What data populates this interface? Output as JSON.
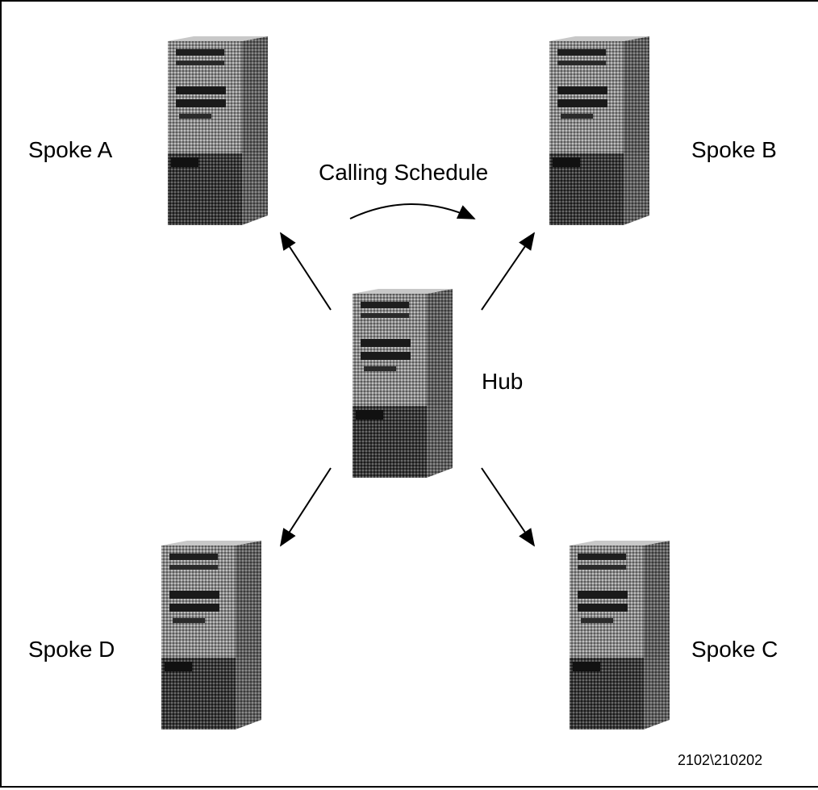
{
  "diagram": {
    "nodes": [
      {
        "id": "spoke-a",
        "label": "Spoke A",
        "icon": "server-tower-icon"
      },
      {
        "id": "spoke-b",
        "label": "Spoke B",
        "icon": "server-tower-icon"
      },
      {
        "id": "hub",
        "label": "Hub",
        "icon": "server-tower-icon"
      },
      {
        "id": "spoke-d",
        "label": "Spoke D",
        "icon": "server-tower-icon"
      },
      {
        "id": "spoke-c",
        "label": "Spoke C",
        "icon": "server-tower-icon"
      }
    ],
    "edges": [
      {
        "from": "hub",
        "to": "spoke-a"
      },
      {
        "from": "hub",
        "to": "spoke-b"
      },
      {
        "from": "hub",
        "to": "spoke-d"
      },
      {
        "from": "hub",
        "to": "spoke-c"
      },
      {
        "from": "spoke-a",
        "to": "spoke-b",
        "label": "Calling Schedule",
        "curved": true
      }
    ],
    "figure_id": "2102\\210202"
  }
}
